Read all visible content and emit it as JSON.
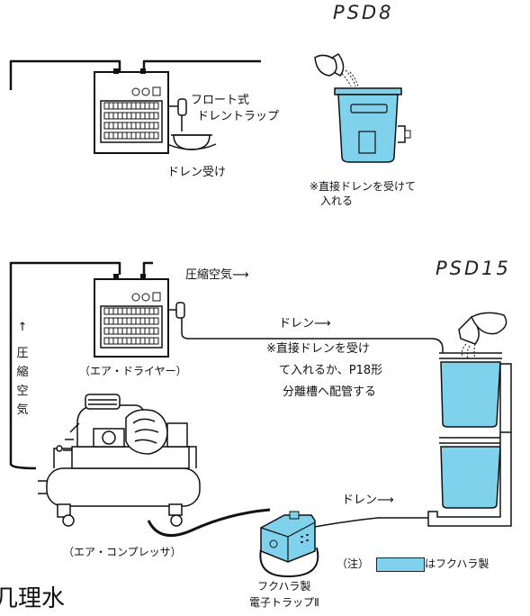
{
  "top": {
    "model": "PSD8",
    "float_trap": [
      "フロート式",
      "ドレントラップ"
    ],
    "drain_receiver": "ドレン受け",
    "note": [
      "※直接ドレンを受けて",
      "入れる"
    ]
  },
  "bottom": {
    "model": "PSD15",
    "compressed_air": "圧縮空気⟶",
    "vertical_label": [
      "↑",
      "圧",
      "縮",
      "空",
      "気"
    ],
    "drain_1": "ドレン⟶",
    "note": [
      "※直接ドレンを受け",
      "て入れるか、P18形",
      "分離槽へ配管する"
    ],
    "air_dryer": "（エア・ドライヤー）",
    "compressor": "（エア・コンプレッサ）",
    "drain_2": "ドレン⟶",
    "trap_label": [
      "フクハラ製",
      "電子トラップⅡ"
    ],
    "legend_prefix": "（注）",
    "legend_suffix": "はフクハラ製",
    "partial_text": "几理水"
  },
  "colors": {
    "tank_fill": "#7fd1ec",
    "line": "#111111"
  }
}
